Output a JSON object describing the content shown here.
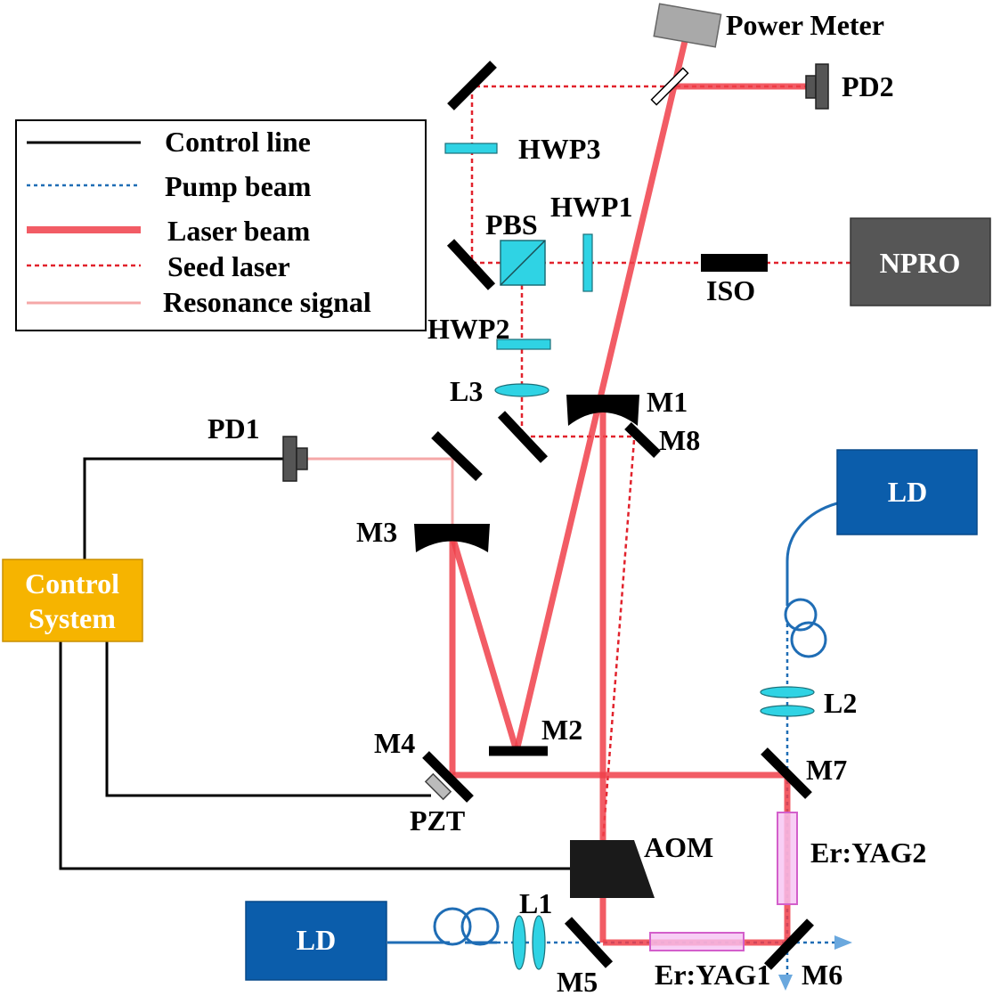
{
  "legend": {
    "control_line": "Control line",
    "pump_beam": "Pump beam",
    "laser_beam": "Laser beam",
    "seed_laser": "Seed laser",
    "resonance_signal": "Resonance signal"
  },
  "components": {
    "power_meter": "Power Meter",
    "pd2": "PD2",
    "hwp3": "HWP3",
    "pbs": "PBS",
    "hwp1": "HWP1",
    "npro": "NPRO",
    "iso": "ISO",
    "hwp2": "HWP2",
    "l3": "L3",
    "m1": "M1",
    "m8": "M8",
    "pd1": "PD1",
    "m3": "M3",
    "ld_top": "LD",
    "l2": "L2",
    "m2": "M2",
    "m4": "M4",
    "m7": "M7",
    "pzt": "PZT",
    "aom": "AOM",
    "er_yag2": "Er:YAG2",
    "l1": "L1",
    "ld_bottom": "LD",
    "m5": "M5",
    "er_yag1": "Er:YAG1",
    "m6": "M6",
    "control_system": {
      "line1": "Control",
      "line2": "System"
    }
  },
  "colors": {
    "laser_beam": "#f0404a",
    "seed_laser": "#e1222c",
    "pump_beam": "#1f6db5",
    "pump_arrow": "#6aa8de",
    "resonance_signal": "#f5a8a8",
    "control_line": "#000000",
    "waveplate_cyan": "#2fd3e4",
    "ld_blue": "#0b5dab",
    "npro_gray": "#565656",
    "control_system_yellow": "#f6b400",
    "crystal_pink": "#f6c3f2",
    "crystal_edge": "#d35fcb",
    "detector_gray": "#555555",
    "power_meter_gray": "#a9a9a9"
  }
}
